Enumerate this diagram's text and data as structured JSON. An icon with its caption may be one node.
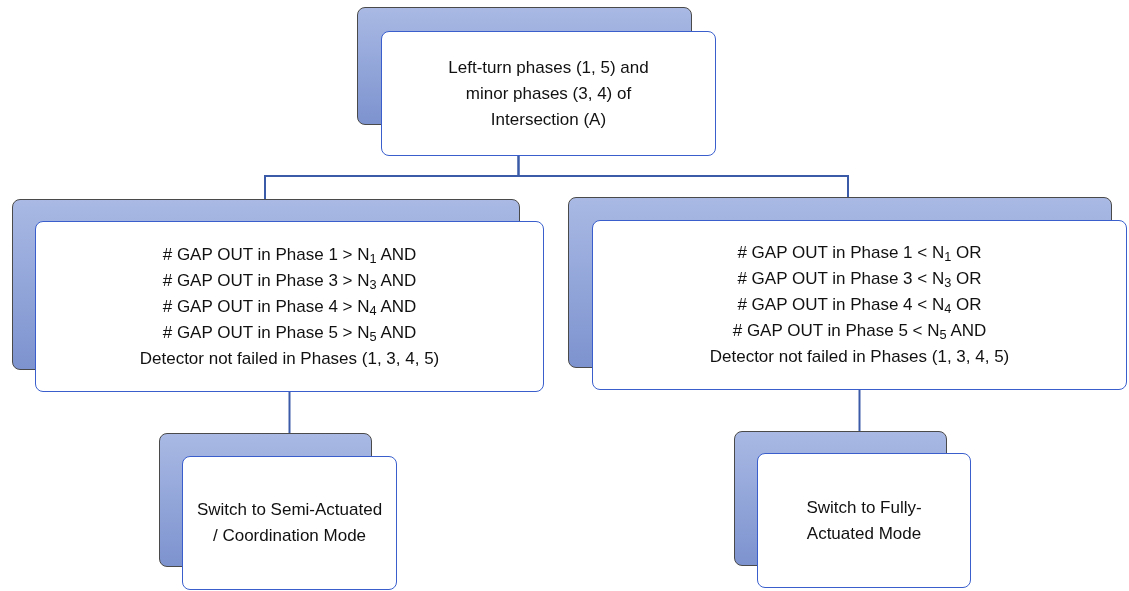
{
  "diagram": {
    "nodes": [
      {
        "text": [
          "Left-turn phases (1, 5) and minor phases (3, 4) of Intersection (A)"
        ]
      },
      {
        "text": [
          "# GAP OUT in Phase 1 > N$_{1}$ AND",
          "# GAP OUT in Phase 3 > N$_{3}$ AND",
          "# GAP OUT in Phase 4 > N$_{4}$ AND",
          "# GAP OUT in Phase 5 > N$_{5}$ AND",
          "Detector not failed in Phases (1, 3, 4, 5)"
        ]
      },
      {
        "text": [
          "# GAP OUT in Phase 1 < N$_{1}$ OR",
          "# GAP OUT in Phase 3 < N$_{3}$ OR",
          "# GAP OUT in Phase 4 < N$_{4}$ OR",
          "# GAP OUT in Phase 5 < N$_{5}$ AND",
          "Detector not failed in Phases (1, 3, 4, 5)"
        ]
      },
      {
        "text": [
          "Switch to Semi-Actuated / Coordination Mode"
        ]
      },
      {
        "text": [
          "Switch to Fully-Actuated Mode"
        ]
      }
    ],
    "edges": [
      {
        "from": 0,
        "to": 1,
        "arrow": "none"
      },
      {
        "from": 0,
        "to": 2,
        "arrow": "none"
      },
      {
        "from": 1,
        "to": 3,
        "arrow": "none"
      },
      {
        "from": 2,
        "to": 4,
        "arrow": "none"
      }
    ]
  }
}
